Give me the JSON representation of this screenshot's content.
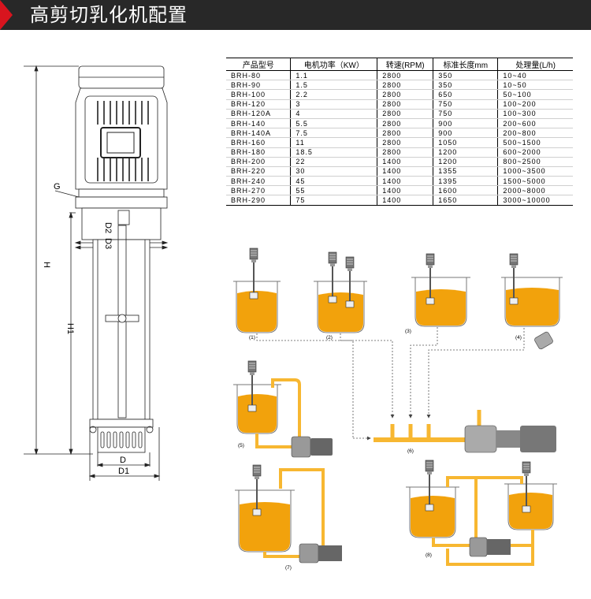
{
  "banner": {
    "title": "高剪切乳化机配置"
  },
  "table": {
    "headers": [
      "产品型号",
      "电机功率（KW）",
      "转速(RPM)",
      "标准长度mm",
      "处理量(L/h)"
    ],
    "rows": [
      [
        "BRH-80",
        "1.1",
        "2800",
        "350",
        "10~40"
      ],
      [
        "BRH-90",
        "1.5",
        "2800",
        "350",
        "10~50"
      ],
      [
        "BRH-100",
        "2.2",
        "2800",
        "650",
        "50~100"
      ],
      [
        "BRH-120",
        "3",
        "2800",
        "750",
        "100~200"
      ],
      [
        "BRH-120A",
        "4",
        "2800",
        "750",
        "100~300"
      ],
      [
        "BRH-140",
        "5.5",
        "2800",
        "900",
        "200~600"
      ],
      [
        "BRH-140A",
        "7.5",
        "2800",
        "900",
        "200~800"
      ],
      [
        "BRH-160",
        "11",
        "2800",
        "1050",
        "500~1500"
      ],
      [
        "BRH-180",
        "18.5",
        "2800",
        "1200",
        "600~2000"
      ],
      [
        "BRH-200",
        "22",
        "1400",
        "1200",
        "800~2500"
      ],
      [
        "BRH-220",
        "30",
        "1400",
        "1355",
        "1000~3500"
      ],
      [
        "BRH-240",
        "45",
        "1400",
        "1395",
        "1500~5000"
      ],
      [
        "BRH-270",
        "55",
        "1400",
        "1600",
        "2000~8000"
      ],
      [
        "BRH-290",
        "75",
        "1400",
        "1650",
        "3000~10000"
      ]
    ]
  },
  "drawing": {
    "H": "H",
    "H1": "H1",
    "G": "G",
    "D2": "D2",
    "D3": "D3",
    "D": "D",
    "D1": "D1"
  },
  "configs": [
    "(1)",
    "(2)",
    "(3)",
    "(4)",
    "(5)",
    "(6)",
    "(7)",
    "(8)"
  ],
  "colors": {
    "banner": "#282828",
    "accent": "#d8141e",
    "liquid": "#f2a20c",
    "pipe": "#f7b731"
  }
}
